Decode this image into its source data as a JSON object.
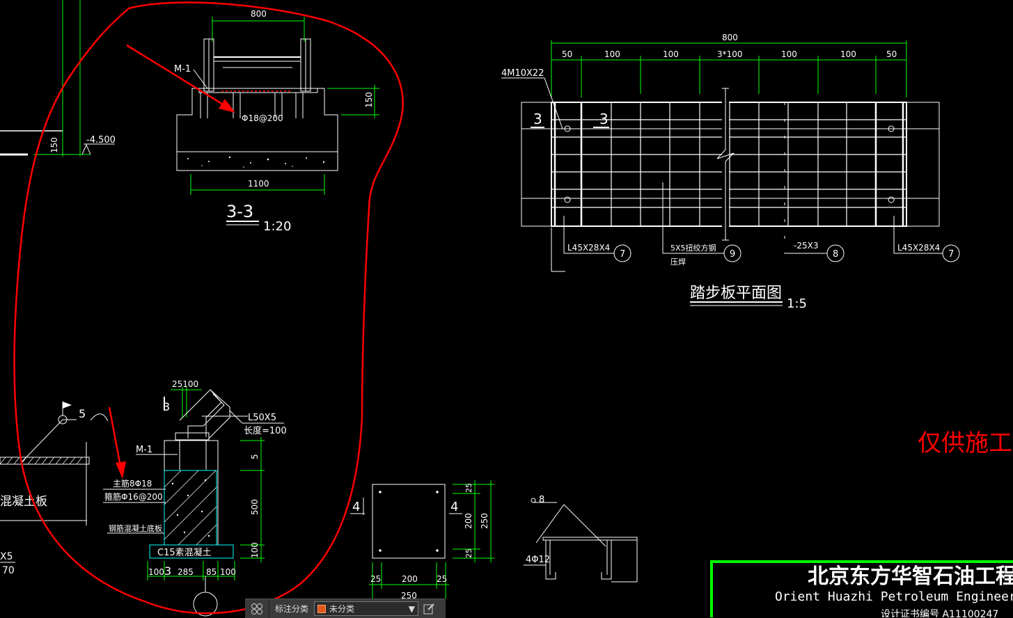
{
  "section33": {
    "dim_top": "800",
    "label_m1": "M-1",
    "rebar": "Φ18@200",
    "dim_side": "150",
    "dim_bottom": "1100",
    "title": "3-3",
    "scale": "1:20"
  },
  "left_edge": {
    "dim_150": "150",
    "elev": "-4.500",
    "text_ban": "混凝土板",
    "text_x5": "X5",
    "text_70": "70"
  },
  "plan": {
    "dim_total": "800",
    "dims": [
      "50",
      "100",
      "100",
      "3*100",
      "100",
      "100",
      "50"
    ],
    "bolt": "4M10X22",
    "sec_mark": "3",
    "callouts": [
      {
        "text": "L45X28X4",
        "num": "7"
      },
      {
        "text": "5X5扭绞方钢",
        "num": "9",
        "sub": "压焊"
      },
      {
        "text": "-25X3",
        "num": "8"
      },
      {
        "text": "L45X28X4",
        "num": "7"
      }
    ],
    "title": "踏步板平面图",
    "scale": "1:5"
  },
  "column": {
    "dim_top": "25100",
    "mark": "3",
    "label_5": "5",
    "l50": "L50X5",
    "len": "长度=100",
    "m1": "M-1",
    "main_bar": "主筋8Φ18",
    "stirrup": "箍筋Φ16@200",
    "slab": "钢筋混凝土底板",
    "c15": "C15素混凝土",
    "dims_right": [
      "5",
      "500",
      "100"
    ],
    "dims_bottom": [
      "100",
      "285",
      "85",
      "100"
    ]
  },
  "plate": {
    "mark": "4",
    "dims_right": [
      "25",
      "200",
      "250",
      "25"
    ],
    "dims_bottom": [
      "25",
      "200",
      "25"
    ],
    "dim_total": "250"
  },
  "hook": {
    "label_8": "8",
    "rebar": "4Φ12"
  },
  "watermark": "仅供施工打",
  "title_block": {
    "company": "北京东方华智石油工程",
    "company_en": "Orient Huazhi Petroleum Engineer",
    "cert": "设计证书编号 A11100247"
  },
  "toolbar": {
    "label": "标注分类",
    "selected": "未分类",
    "swatch_color": "#e0591c"
  },
  "colors": {
    "dim": "#00ff00",
    "annotation": "#ff0000",
    "hatch_cyan": "#00ffff",
    "line": "#ffffff"
  }
}
